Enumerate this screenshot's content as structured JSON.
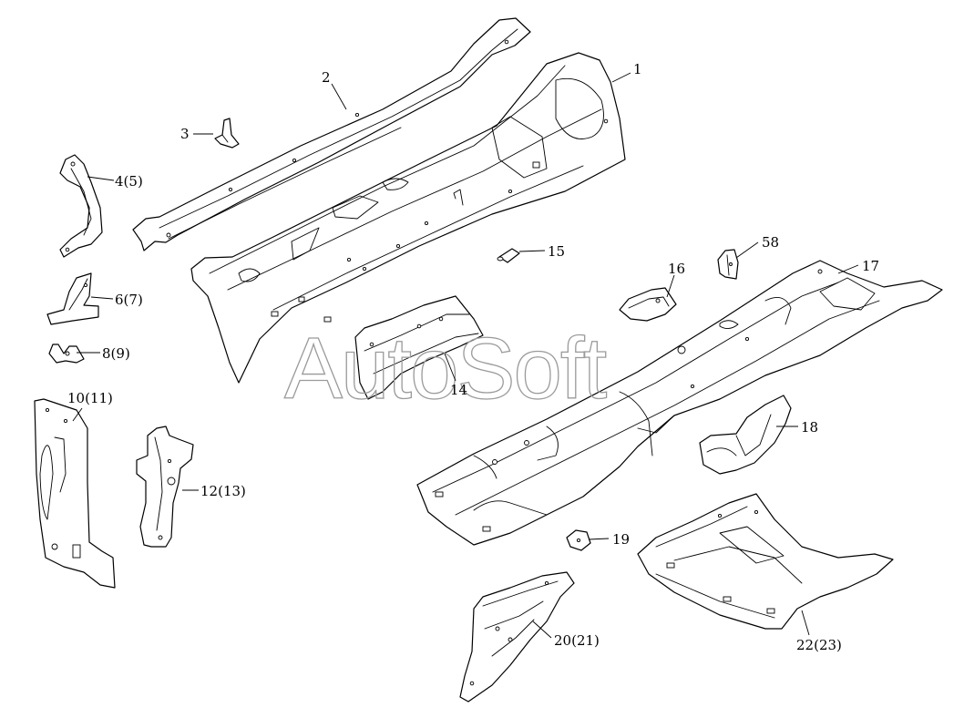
{
  "watermark": "AutoSoft",
  "callouts": [
    {
      "id": "c1",
      "label": "1"
    },
    {
      "id": "c2",
      "label": "2"
    },
    {
      "id": "c3",
      "label": "3"
    },
    {
      "id": "c4",
      "label": "4(5)"
    },
    {
      "id": "c6",
      "label": "6(7)"
    },
    {
      "id": "c8",
      "label": "8(9)"
    },
    {
      "id": "c10",
      "label": "10(11)"
    },
    {
      "id": "c12",
      "label": "12(13)"
    },
    {
      "id": "c14",
      "label": "14"
    },
    {
      "id": "c15",
      "label": "15"
    },
    {
      "id": "c16",
      "label": "16"
    },
    {
      "id": "c17",
      "label": "17"
    },
    {
      "id": "c18",
      "label": "18"
    },
    {
      "id": "c19",
      "label": "19"
    },
    {
      "id": "c20",
      "label": "20(21)"
    },
    {
      "id": "c22",
      "label": "22(23)"
    },
    {
      "id": "c58",
      "label": "58"
    }
  ]
}
